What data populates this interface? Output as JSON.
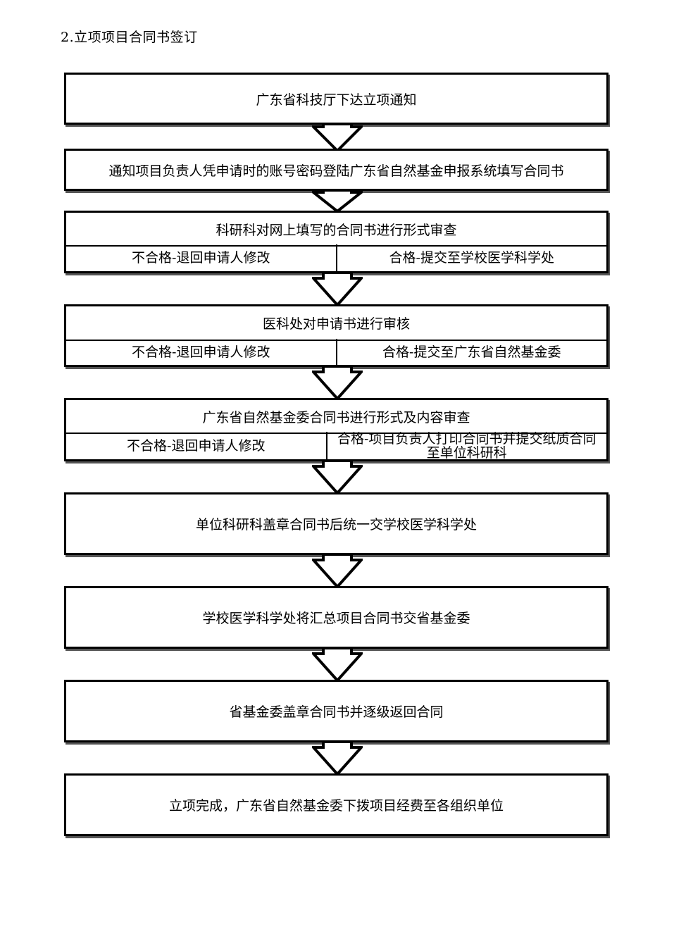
{
  "heading": "2.立项项目合同书签订",
  "steps": {
    "s1": "广东省科技厅下达立项通知",
    "s2": "通知项目负责人凭申请时的账号密码登陆广东省自然基金申报系统填写合同书",
    "s3": {
      "title": "科研科对网上填写的合同书进行形式审查",
      "fail": "不合格-退回申请人修改",
      "pass": "合格-提交至学校医学科学处"
    },
    "s4": {
      "title": "医科处对申请书进行审核",
      "fail": "不合格-退回申请人修改",
      "pass": "合格-提交至广东省自然基金委"
    },
    "s5": {
      "title": "广东省自然基金委合同书进行形式及内容审查",
      "fail": "不合格-退回申请人修改",
      "pass": "合格-项目负责人打印合同书并提交纸质合同至单位科研科"
    },
    "s6": "单位科研科盖章合同书后统一交学校医学科学处",
    "s7": "学校医学科学处将汇总项目合同书交省基金委",
    "s8": "省基金委盖章合同书并逐级返回合同",
    "s9": "立项完成，广东省自然基金委下拨项目经费至各组织单位"
  }
}
